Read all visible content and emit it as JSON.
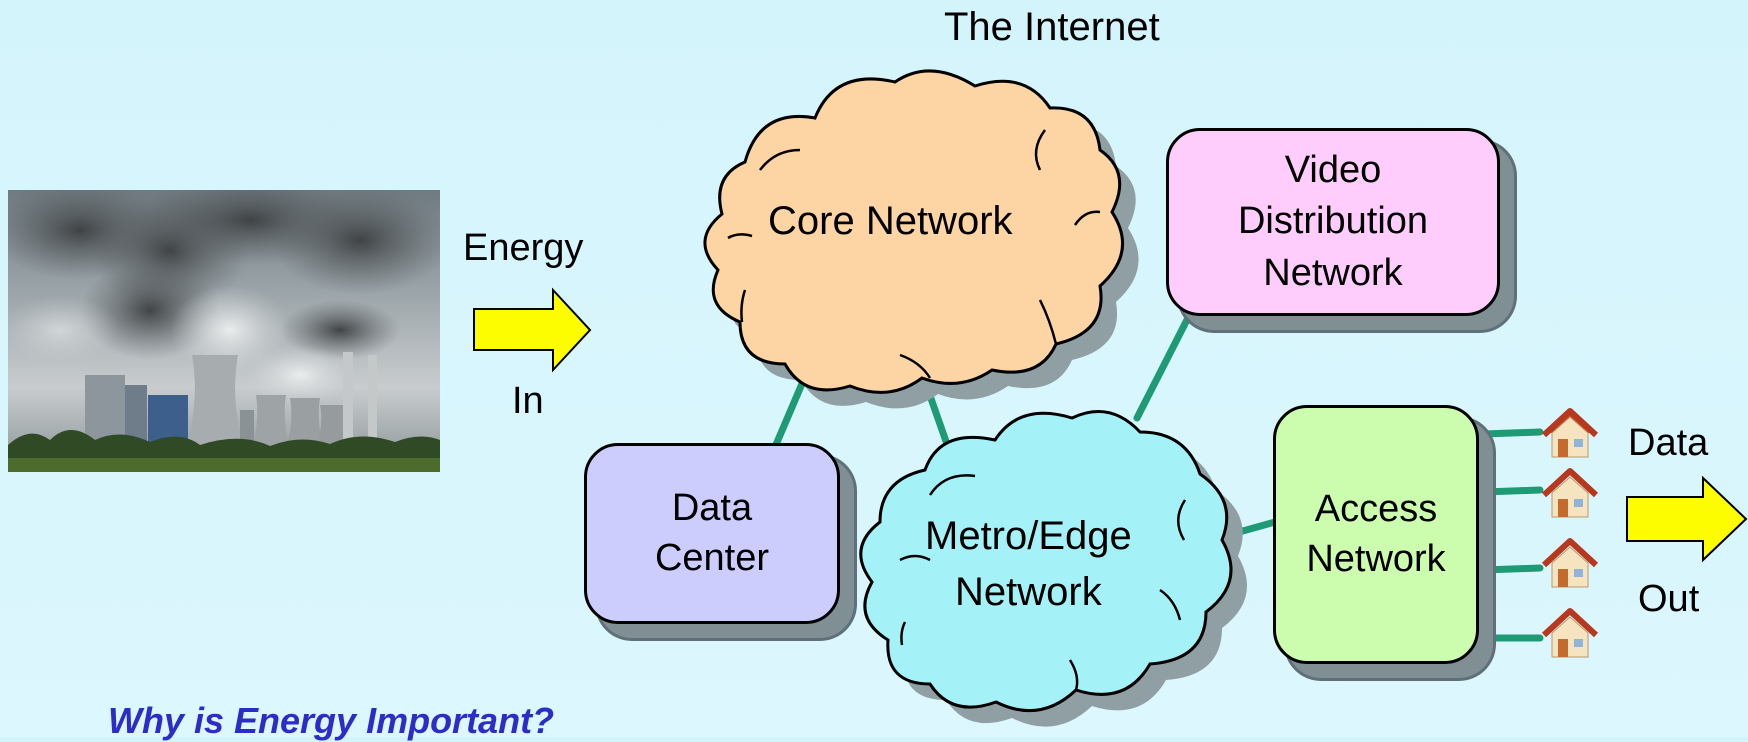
{
  "title": "The Internet",
  "energy_in": {
    "top": "Energy",
    "bottom": "In"
  },
  "data_out": {
    "top": "Data",
    "bottom": "Out"
  },
  "nodes": {
    "core": {
      "label": "Core Network",
      "color": "#fdd4a4"
    },
    "metro": {
      "line1": "Metro/Edge",
      "line2": "Network",
      "color": "#a4f2f8"
    },
    "datacenter": {
      "line1": "Data",
      "line2": "Center",
      "color": "#cccdfc"
    },
    "video": {
      "line1": "Video",
      "line2": "Distribution",
      "line3": "Network",
      "color": "#fecdfc"
    },
    "access": {
      "line1": "Access",
      "line2": "Network",
      "color": "#ccfcae"
    }
  },
  "link_color": "#1e9a74",
  "arrow_color": "#fdfd00",
  "heading": "Why is Energy Important?"
}
